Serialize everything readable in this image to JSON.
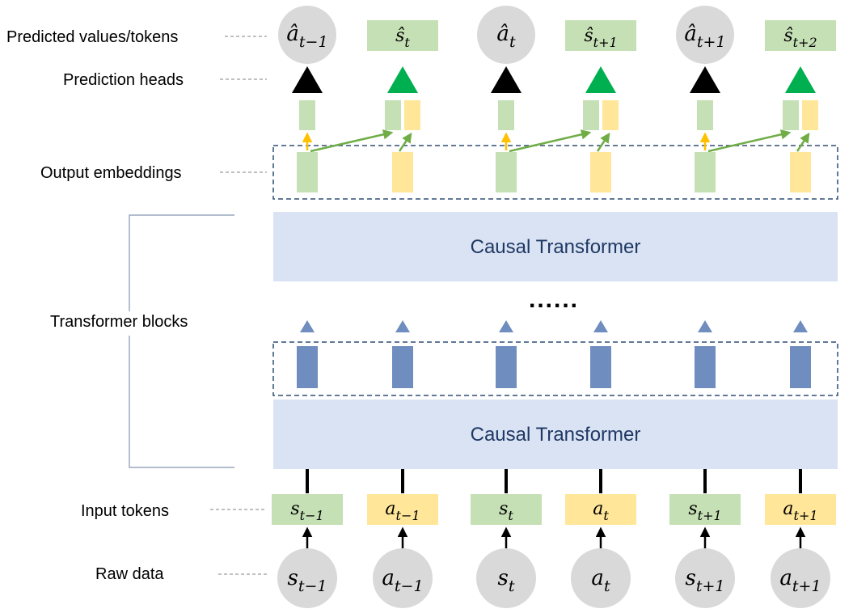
{
  "left_labels": {
    "predicted": "Predicted values/tokens",
    "heads": "Prediction heads",
    "output_embeddings": "Output embeddings",
    "transformer_blocks": "Transformer blocks",
    "input_tokens": "Input tokens",
    "raw_data": "Raw data"
  },
  "causal_transformer_label": "Causal Transformer",
  "ellipsis": "......",
  "predicted": [
    {
      "kind": "action",
      "base": "â",
      "sub": "t−1"
    },
    {
      "kind": "state",
      "base": "ŝ",
      "sub": "t"
    },
    {
      "kind": "action",
      "base": "â",
      "sub": "t"
    },
    {
      "kind": "state",
      "base": "ŝ",
      "sub": "t+1"
    },
    {
      "kind": "action",
      "base": "â",
      "sub": "t+1"
    },
    {
      "kind": "state",
      "base": "ŝ",
      "sub": "t+2"
    }
  ],
  "input_tokens": [
    {
      "kind": "state",
      "base": "s",
      "sub": "t−1"
    },
    {
      "kind": "action",
      "base": "a",
      "sub": "t−1"
    },
    {
      "kind": "state",
      "base": "s",
      "sub": "t"
    },
    {
      "kind": "action",
      "base": "a",
      "sub": "t"
    },
    {
      "kind": "state",
      "base": "s",
      "sub": "t+1"
    },
    {
      "kind": "action",
      "base": "a",
      "sub": "t+1"
    }
  ],
  "raw_data": [
    {
      "base": "s",
      "sub": "t−1"
    },
    {
      "base": "a",
      "sub": "t−1"
    },
    {
      "base": "s",
      "sub": "t"
    },
    {
      "base": "a",
      "sub": "t"
    },
    {
      "base": "s",
      "sub": "t+1"
    },
    {
      "base": "a",
      "sub": "t+1"
    }
  ],
  "colors": {
    "state": "#c5e0b4",
    "action": "#ffe699",
    "circle": "#d9d9d9",
    "transformer_fill": "#dae3f3",
    "transformer_text": "#1f3864",
    "hidden_token": "#6f8dbf",
    "head_action": "#000000",
    "head_state": "#00b050",
    "arrow_green": "#70ad47",
    "arrow_orange": "#ffc000",
    "dashed_border": "#2f4f75"
  }
}
